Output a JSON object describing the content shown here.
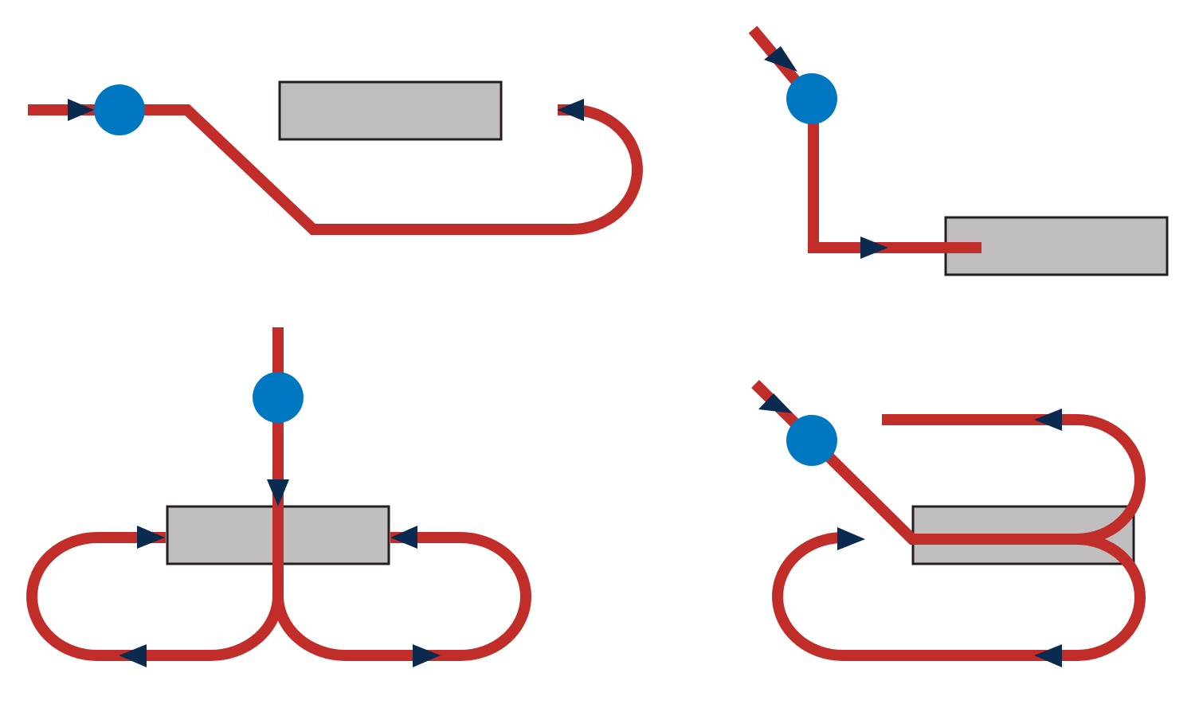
{
  "colors": {
    "track": "#c12e2a",
    "arrow": "#0b2a50",
    "node": "#0078c1",
    "box_fill": "#c0bebe",
    "box_stroke": "#231f20",
    "background": "#ffffff"
  },
  "panels": [
    {
      "id": "top-left",
      "description_free": true
    },
    {
      "id": "top-right",
      "description_free": true
    },
    {
      "id": "bottom-left",
      "description_free": true
    },
    {
      "id": "bottom-right",
      "description_free": true
    }
  ]
}
